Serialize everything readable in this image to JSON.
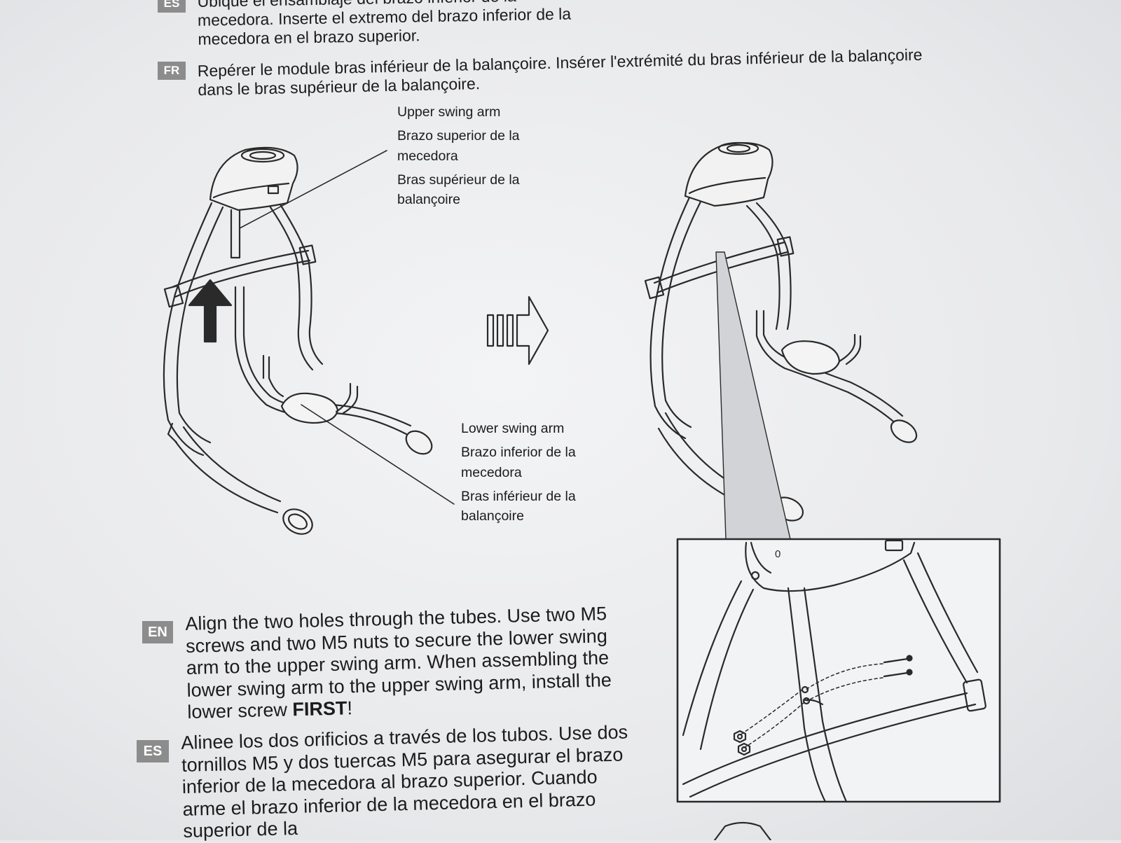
{
  "top": {
    "es_badge": "ES",
    "es_text": "Ubique el ensamblaje del brazo inferior de la mecedora. Inserte el extremo del brazo inferior de la mecedora en el brazo superior.",
    "fr_badge": "FR",
    "fr_text": "Repérer le module bras inférieur de la balançoire. Insérer l'extrémité du bras inférieur de la balançoire dans le bras supérieur de la balançoire."
  },
  "labels": {
    "upper": [
      "Upper swing arm",
      "Brazo superior de la mecedora",
      "Bras supérieur de la balançoire"
    ],
    "lower": [
      "Lower swing arm",
      "Brazo inferior de la mecedora",
      "Bras inférieur de la balançoire"
    ]
  },
  "bottom": {
    "en_badge": "EN",
    "en_text_before": "Align the two holes through the tubes. Use two M5 screws and two M5 nuts to secure the lower swing arm to the upper swing arm. When assembling the lower swing arm to the upper swing arm, install the lower screw ",
    "en_emphasis": "FIRST",
    "en_text_after": "!",
    "es_badge": "ES",
    "es_text": "Alinee los dos orificios a través de los tubos. Use dos tornillos M5 y dos tuercas M5 para asegurar el brazo inferior de la mecedora al brazo superior. Cuando arme el brazo inferior de la mecedora en el brazo superior de la"
  },
  "detail": {
    "hole_mark": "0"
  },
  "colors": {
    "badge": "#8c8c8c",
    "ink": "#1c1c1c",
    "paper": "#eeeff1"
  }
}
